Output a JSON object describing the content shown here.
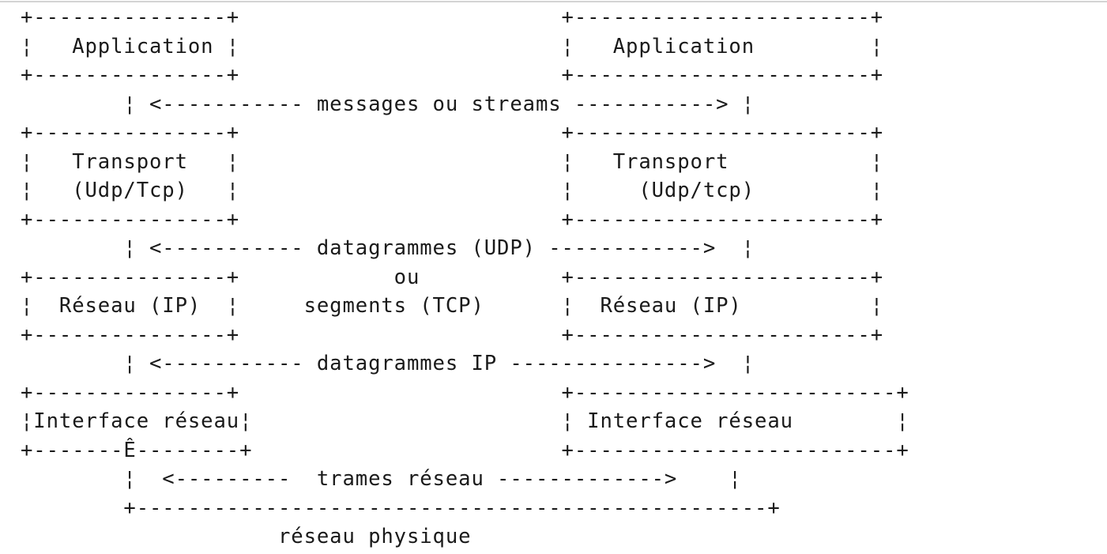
{
  "document": {
    "title": "Modèle en couches TCP/IP",
    "language": "fr",
    "kind": "ascii-art-diagram",
    "background_color": "#ffffff",
    "text_color": "#1a1a1a"
  },
  "layers": {
    "application": "Application",
    "transport": "Transport",
    "transport_sub_left": "(Udp/Tcp)",
    "transport_sub_right": "(Udp/tcp)",
    "network": "Réseau (IP)",
    "interface_left": "Interface réseau",
    "interface_right": "Interface réseau"
  },
  "flows": {
    "application_flow": "messages ou streams",
    "transport_flow": "datagrammes (UDP)",
    "transport_flow_or": "ou",
    "transport_flow_alt": "segments (TCP)",
    "network_flow": "datagrammes IP",
    "link_flow": "trames réseau"
  },
  "footer": {
    "physical_network": "réseau physique"
  },
  "glyphs": {
    "corner": "+",
    "horizontal": "-",
    "vertical": "¦",
    "arrow_left": "<",
    "arrow_right": ">",
    "stray_accent": "Ê"
  },
  "ascii": {
    "lines": [
      "+---------------+                         +-----------------------+",
      "¦   Application ¦                         ¦   Application         ¦",
      "+---------------+                         +-----------------------+",
      "        ¦ <----------- messages ou streams -----------> ¦",
      "+---------------+                         +-----------------------+",
      "¦   Transport   ¦                         ¦   Transport           ¦",
      "¦   (Udp/Tcp)   ¦                         ¦     (Udp/tcp)         ¦",
      "+---------------+                         +-----------------------+",
      "        ¦ <----------- datagrammes (UDP) ------------>  ¦",
      "+---------------+            ou           +-----------------------+",
      "¦  Réseau (IP)  ¦     segments (TCP)      ¦  Réseau (IP)          ¦",
      "+---------------+                         +-----------------------+",
      "        ¦ <----------- datagrammes IP --------------->  ¦",
      "+---------------+                         +-------------------------+",
      "¦Interface réseau¦                        ¦ Interface réseau        ¦",
      "+-------Ê--------+                        +-------------------------+",
      "        ¦  <---------  trames réseau ------------->    ¦",
      "        +-------------------------------------------------+",
      "                    réseau physique"
    ],
    "line_00": "+---------------+                         +-----------------------+",
    "line_01": "¦   Application ¦                         ¦   Application         ¦",
    "line_02": "+---------------+                         +-----------------------+",
    "line_03": "        ¦ <----------- messages ou streams -----------> ¦",
    "line_04": "+---------------+                         +-----------------------+",
    "line_05": "¦   Transport   ¦                         ¦   Transport           ¦",
    "line_06": "¦   (Udp/Tcp)   ¦                         ¦     (Udp/tcp)         ¦",
    "line_07": "+---------------+                         +-----------------------+",
    "line_08": "        ¦ <----------- datagrammes (UDP) ------------>  ¦",
    "line_09": "+---------------+            ou           +-----------------------+",
    "line_10": "¦  Réseau (IP)  ¦     segments (TCP)      ¦  Réseau (IP)          ¦",
    "line_11": "+---------------+                         +-----------------------+",
    "line_12": "        ¦ <----------- datagrammes IP --------------->  ¦",
    "line_13": "+---------------+                         +-------------------------+",
    "line_14": "¦Interface réseau¦                        ¦ Interface réseau        ¦",
    "line_15": "+-------Ê--------+                        +-------------------------+",
    "line_16": "        ¦  <---------  trames réseau ------------->    ¦",
    "line_17": "        +-------------------------------------------------+",
    "line_18": "                    réseau physique"
  }
}
